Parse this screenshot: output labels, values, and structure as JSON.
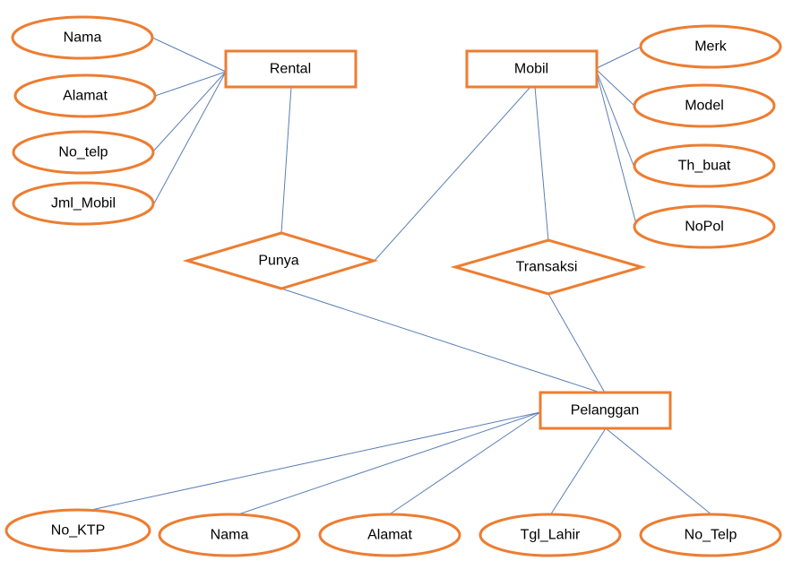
{
  "entities": {
    "rental": "Rental",
    "mobil": "Mobil",
    "pelanggan": "Pelanggan"
  },
  "relationships": {
    "punya": "Punya",
    "transaksi": "Transaksi"
  },
  "rental_attributes": {
    "nama": "Nama",
    "alamat": "Alamat",
    "no_telp": "No_telp",
    "jml_mobil": "Jml_Mobil"
  },
  "mobil_attributes": {
    "merk": "Merk",
    "model": "Model",
    "th_buat": "Th_buat",
    "nopol": "NoPol"
  },
  "pelanggan_attributes": {
    "no_ktp": "No_KTP",
    "nama": "Nama",
    "alamat": "Alamat",
    "tgl_lahir": "Tgl_Lahir",
    "no_telp": "No_Telp"
  },
  "colors": {
    "shape_stroke": "#ed7d31",
    "edge_stroke": "#5b7fb7"
  }
}
